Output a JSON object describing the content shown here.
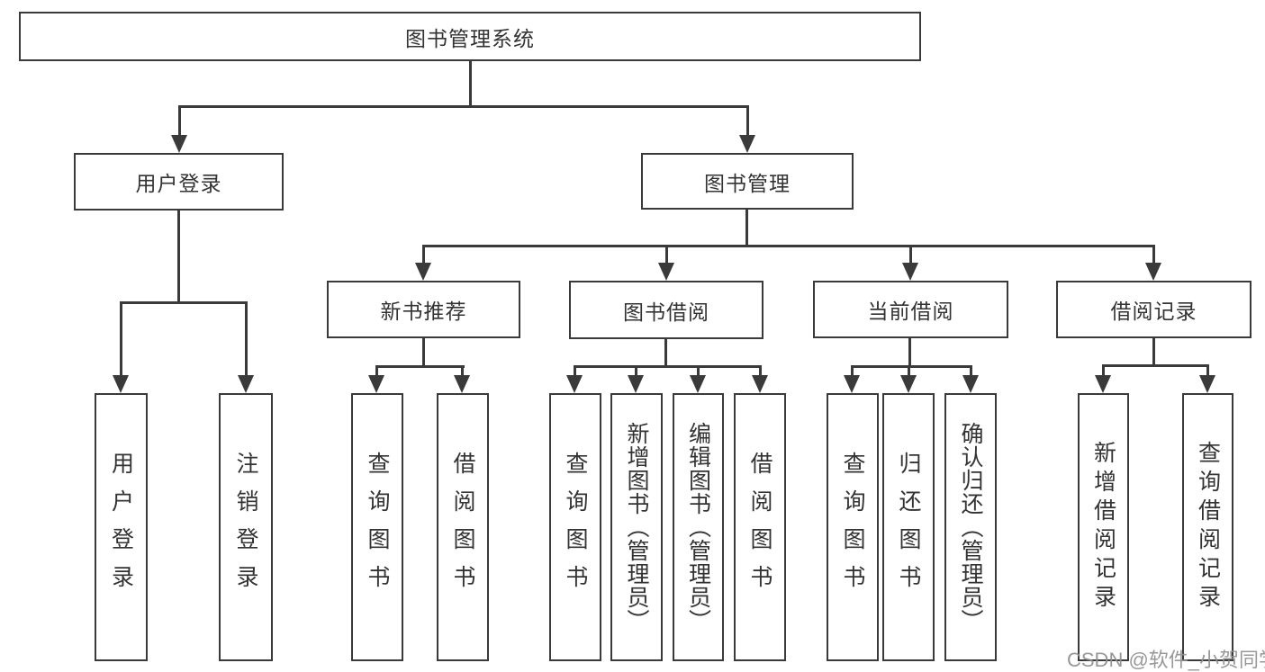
{
  "diagram": {
    "title": "图书管理系统",
    "level2": {
      "user_login": "用户登录",
      "book_mgmt": "图书管理"
    },
    "level3": {
      "new_book": "新书推荐",
      "book_borrow": "图书借阅",
      "current_borrow": "当前借阅",
      "borrow_record": "借阅记录"
    },
    "leaves": {
      "user_login": [
        "用户登录",
        "注销登录"
      ],
      "new_book": [
        "查询图书",
        "借阅图书"
      ],
      "book_borrow": [
        "查询图书",
        "新增图书（管理员）",
        "编辑图书（管理员）",
        "借阅图书"
      ],
      "current_borrow": [
        "查询图书",
        "归还图书",
        "确认归还（管理员）"
      ],
      "borrow_record": [
        "新增借阅记录",
        "查询借阅记录"
      ]
    }
  },
  "watermark": "CSDN @软件_小贺同学",
  "colors": {
    "line": "#3a3a3a",
    "text": "#333333",
    "watermark": "#8f8f8f",
    "background": "#ffffff"
  }
}
